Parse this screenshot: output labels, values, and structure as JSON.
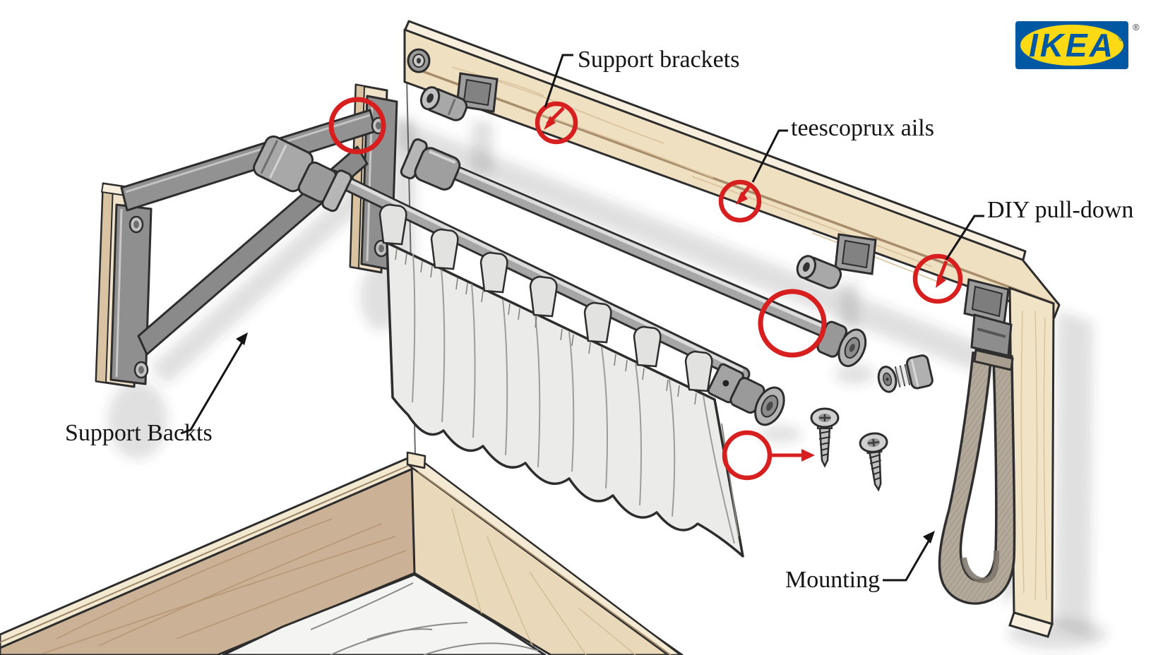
{
  "brand": {
    "logo_text": "IKEA",
    "registered_mark_inner": "®",
    "registered_mark_outer": "®",
    "logo_blue": "#0058a3",
    "logo_yellow": "#fbd914"
  },
  "labels": {
    "support_brackets": "Support brackets",
    "telescoping_rails": "teescoprux ails",
    "diy_pull_down": "DIY pull-down",
    "support_backts": "Support Backts",
    "mounting": "Mounting"
  },
  "annotation": {
    "highlight_color": "#d81f1f",
    "leader_color": "#141414"
  }
}
